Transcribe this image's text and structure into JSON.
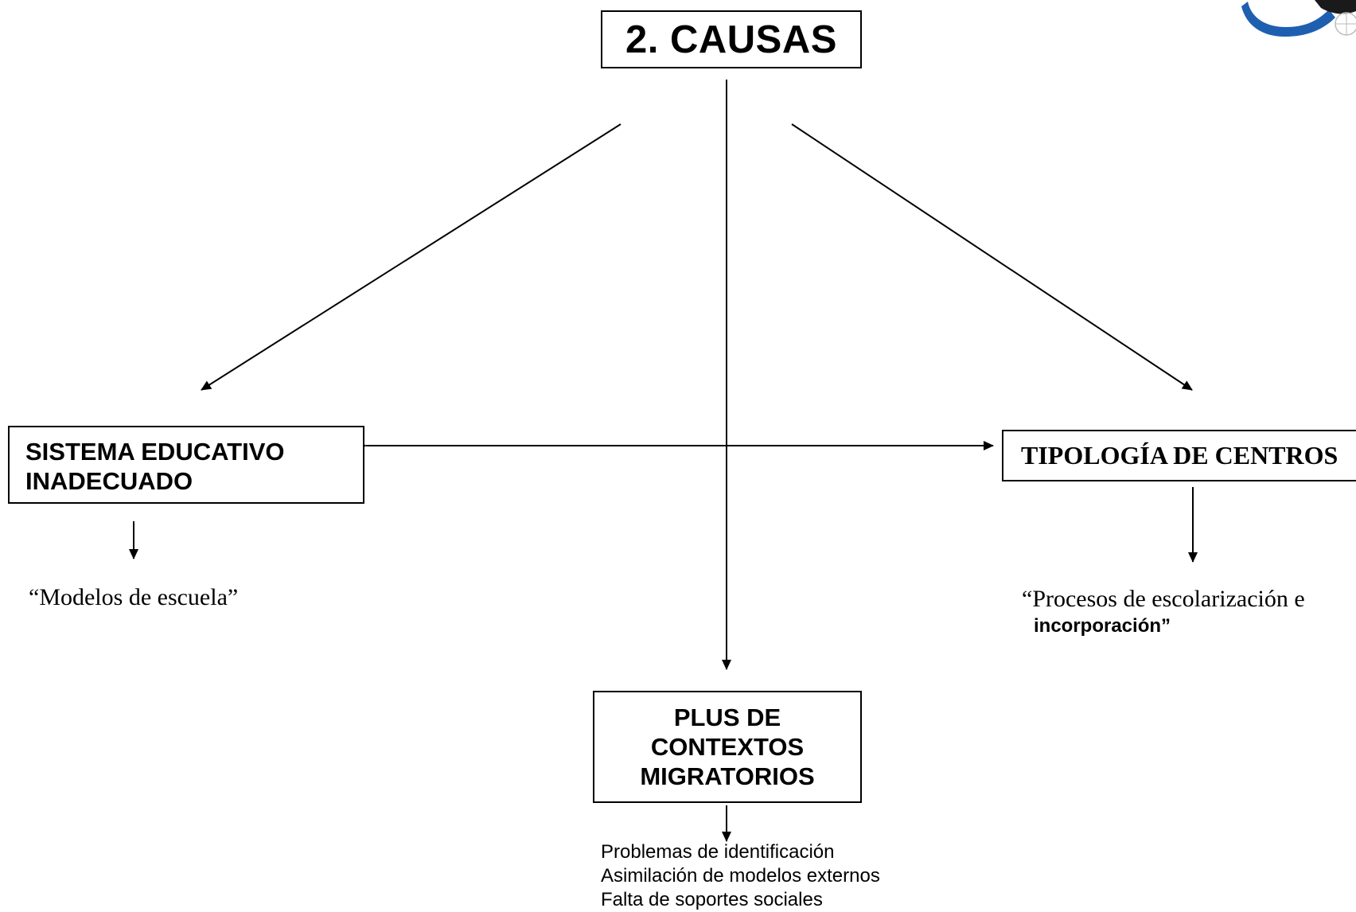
{
  "title": "2. CAUSAS",
  "nodes": {
    "sistema": {
      "lines": [
        "SISTEMA EDUCATIVO",
        "INADECUADO"
      ]
    },
    "tipologia": {
      "label": "TIPOLOGÍA DE CENTROS"
    },
    "plus": {
      "lines": [
        "PLUS DE",
        "CONTEXTOS",
        "MIGRATORIOS"
      ]
    }
  },
  "annotations": {
    "modelos": "“Modelos de escuela”",
    "procesos_line1": "“Procesos de escolarización e",
    "procesos_line2": "incorporación”"
  },
  "plus_items": [
    "Problemas de identificación",
    "Asimilación de modelos externos",
    "Falta de soportes sociales"
  ],
  "colors": {
    "line": "#000000",
    "logo_blue": "#1f5fb0"
  }
}
